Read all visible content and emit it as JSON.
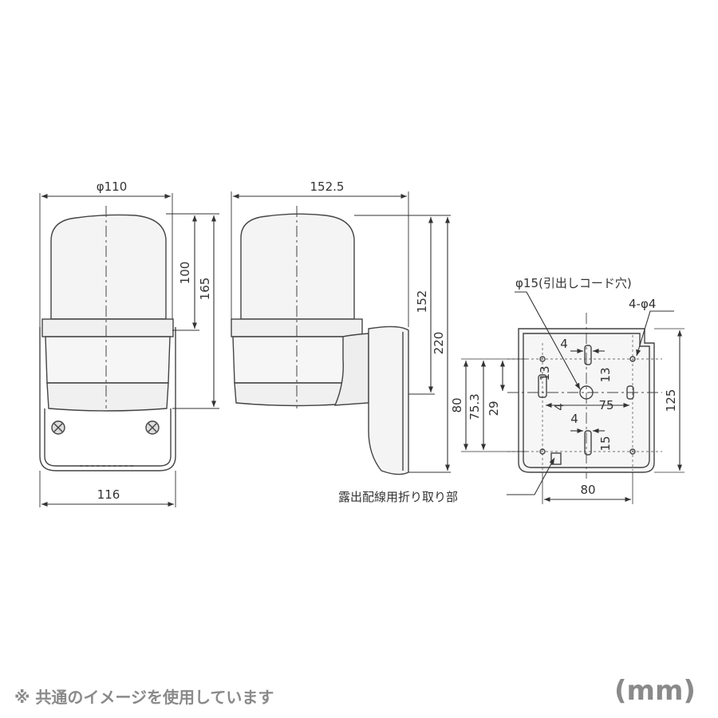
{
  "dimensions": {
    "front_lens_diameter": "φ110",
    "front_lens_height": "100",
    "front_overall_height": "165",
    "front_base_width": "116",
    "side_depth": "152.5",
    "side_height_to_mount": "152",
    "side_overall_height": "220",
    "mount_height_outer": "80",
    "mount_height_inner": "75.3",
    "mount_mid": "29",
    "mount_slot_width_top": "4",
    "mount_slot_width_bottom": "4",
    "mount_slot_len_left": "13",
    "mount_slot_len_right": "13",
    "mount_slot_small": "4",
    "mount_hole_pitch": "75",
    "mount_bottom_slot": "15",
    "base_height": "125",
    "base_width": "80"
  },
  "notes": {
    "cord_hole": "φ15(引出しコード穴)",
    "mount_holes": "4-φ4",
    "knockout": "露出配線用折り取り部"
  },
  "footnote": "※ 共通のイメージを使用しています",
  "unit": "(mm)"
}
